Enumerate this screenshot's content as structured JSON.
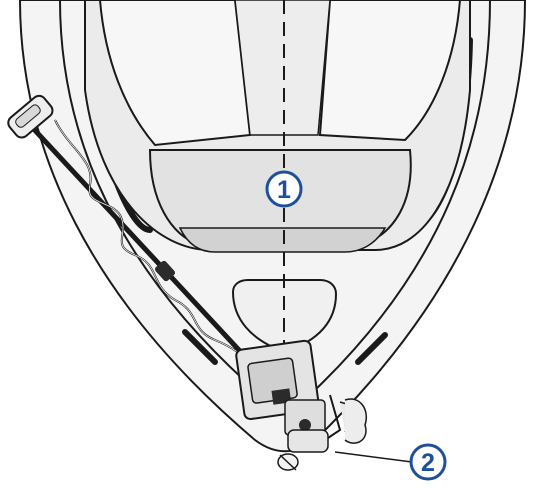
{
  "callouts": [
    {
      "number": "①",
      "label": "1"
    },
    {
      "number": "②",
      "label": "2"
    }
  ],
  "colors": {
    "line": "#1a1a1a",
    "hull_fill": "#f4f4f4",
    "deck_fill": "#e7e7e7",
    "callout_blue": "#1f4e9b",
    "motor_dark": "#2b2b2b"
  },
  "icons": {
    "boat": "boat-bow-top-view",
    "motor": "trolling-motor-icon",
    "centerline": "centerline-dashed"
  }
}
